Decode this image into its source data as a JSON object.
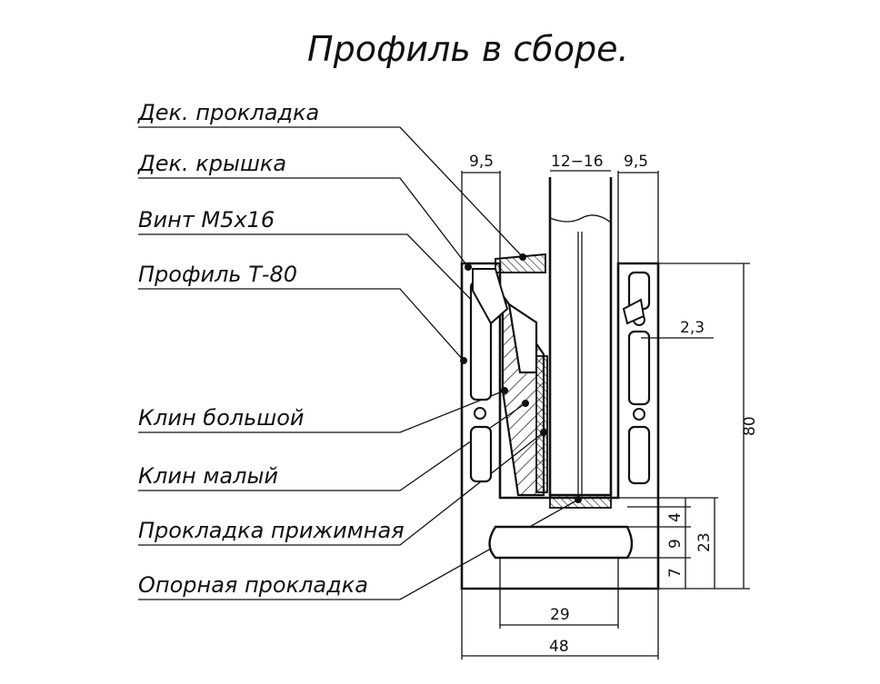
{
  "title": "Профиль в сборе.",
  "labels": [
    "Дек. прокладка",
    "Дек. крышка",
    "Винт М5х16",
    "Профиль Т-80",
    "Клин большой",
    "Клин малый",
    "Прокладка прижимная",
    "Опорная прокладка"
  ],
  "dimensions": {
    "top_left_width": "9,5",
    "glass_thickness": "12−16",
    "top_right_width": "9,5",
    "gap": "2,3",
    "height_total": "80",
    "h4": "4",
    "h9": "9",
    "h7": "7",
    "h23": "23",
    "inner_width": "29",
    "total_width": "48"
  }
}
